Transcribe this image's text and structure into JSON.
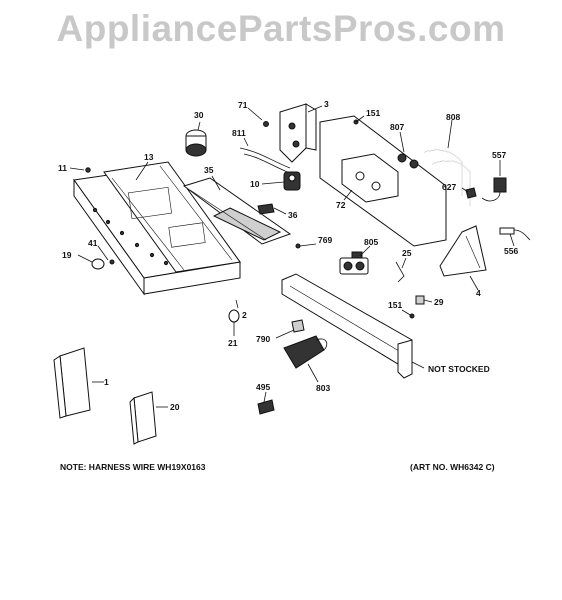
{
  "watermark": "AppliancePartsPros.com",
  "labels": {
    "p1": "1",
    "p2": "2",
    "p3": "3",
    "p4": "4",
    "p10": "10",
    "p11": "11",
    "p13": "13",
    "p19": "19",
    "p20": "20",
    "p21": "21",
    "p25": "25",
    "p29": "29",
    "p30": "30",
    "p35": "35",
    "p36": "36",
    "p41": "41",
    "p71": "71",
    "p72": "72",
    "p151a": "151",
    "p151b": "151",
    "p495": "495",
    "p556": "556",
    "p557": "557",
    "p627": "627",
    "p769": "769",
    "p790": "790",
    "p803": "803",
    "p805": "805",
    "p807": "807",
    "p808": "808",
    "p811": "811"
  },
  "notes": {
    "not_stocked": "NOT STOCKED",
    "harness": "NOTE: HARNESS WIRE WH19X0163",
    "art_no": "(ART NO. WH6342 C)"
  }
}
